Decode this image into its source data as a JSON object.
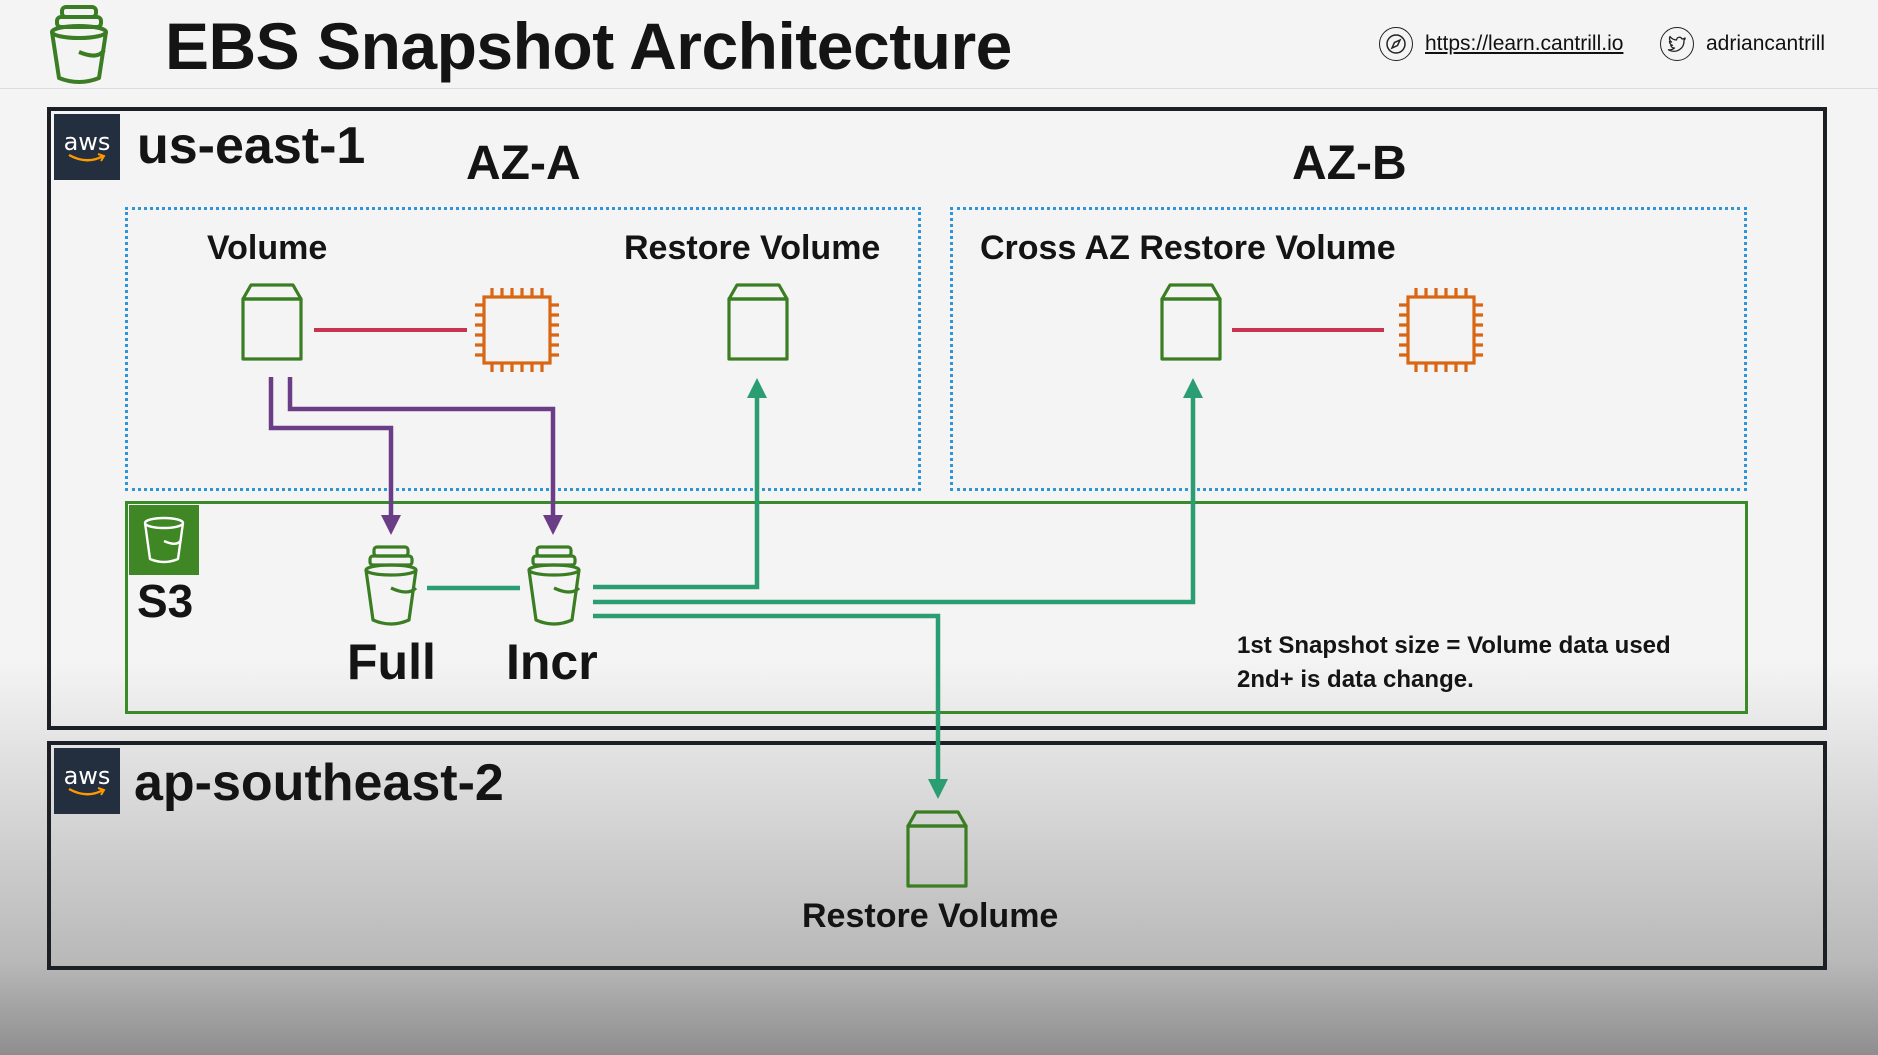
{
  "header": {
    "title": "EBS Snapshot Architecture",
    "website": "https://learn.cantrill.io",
    "twitter": "adriancantrill",
    "icons": [
      "bucket-icon",
      "compass-icon",
      "twitter-icon"
    ]
  },
  "regions": [
    {
      "badge": "aws",
      "name": "us-east-1"
    },
    {
      "badge": "aws",
      "name": "ap-southeast-2"
    }
  ],
  "azs": [
    {
      "name": "AZ-A",
      "labels": [
        "Volume",
        "Restore Volume"
      ]
    },
    {
      "name": "AZ-B",
      "labels": [
        "Cross AZ Restore Volume"
      ]
    }
  ],
  "s3": {
    "label": "S3",
    "snapshots": [
      "Full",
      "Incr"
    ],
    "note_lines": [
      "1st Snapshot size = Volume data used",
      "2nd+ is data change."
    ]
  },
  "dr": {
    "label": "Restore Volume"
  },
  "colors": {
    "volume_green": "#3b7d23",
    "ec2_orange": "#d86613",
    "attach_red": "#c7344f",
    "snapshot_purple": "#6b3d87",
    "restore_teal": "#2a9d73",
    "az_border": "#2f95d6",
    "s3_green": "#3f8624",
    "aws_navy": "#232f3e"
  }
}
